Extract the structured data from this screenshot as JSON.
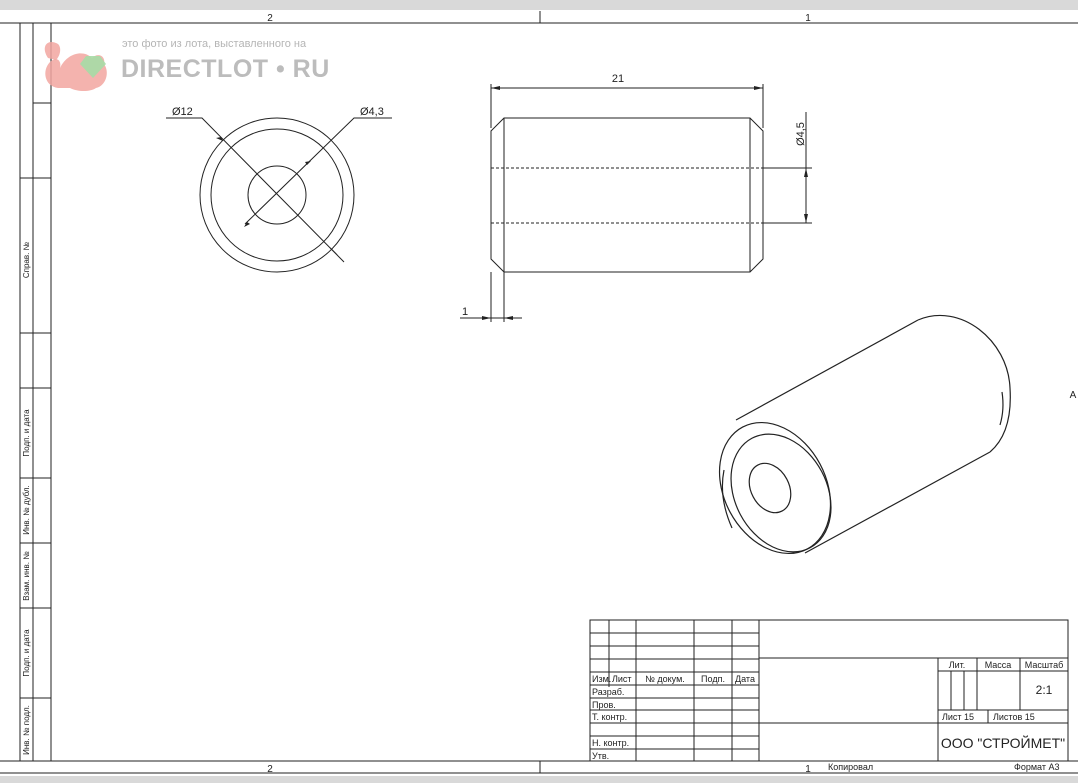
{
  "watermark": {
    "caption": "это фото из лота, выставленного на",
    "brand": "DIRECTLOT • RU"
  },
  "zones": {
    "top_left": "2",
    "top_right": "1",
    "bottom_left": "2",
    "bottom_right": "1",
    "right_side": "А"
  },
  "left_strip": {
    "sprav": "Справ. №",
    "podp_data_1": "Подп. и дата",
    "inv_dubl": "Инв. № дубл.",
    "vzam_inv": "Взам. инв. №",
    "podp_data_2": "Подп. и дата",
    "inv_podl": "Инв. № подл."
  },
  "dimensions": {
    "outer_diameter": "Ø12",
    "inner_diameter": "Ø4,3",
    "length": "21",
    "bore_diameter": "Ø4,5",
    "chamfer": "1"
  },
  "title_block": {
    "izm": "Изм.",
    "list": "Лист",
    "no_dokum": "№ докум.",
    "podp": "Подп.",
    "data": "Дата",
    "razrab": "Разраб.",
    "prov": "Пров.",
    "t_kontr": "Т. контр.",
    "n_kontr": "Н. контр.",
    "utv": "Утв.",
    "lit": "Лит.",
    "massa": "Масса",
    "masshtab": "Масштаб",
    "scale_value": "2:1",
    "sheet": "Лист 15",
    "sheets": "Листов 15",
    "company": "ООО \"СТРОЙМЕТ\"",
    "kopiroval": "Копировал",
    "format": "Формат А3"
  },
  "colors": {
    "page": "#ffffff",
    "background": "#d9d9d9",
    "line": "#222222",
    "watermark_squirrel": "#f2a6a0",
    "watermark_gem": "#a6dca6"
  }
}
